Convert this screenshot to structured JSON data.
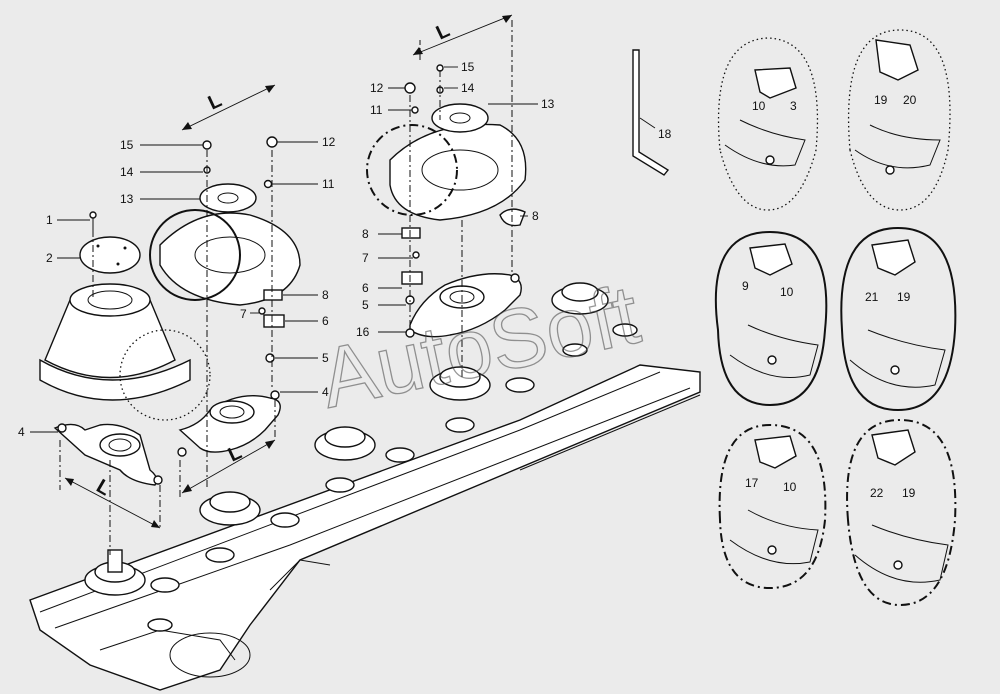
{
  "watermark": "AutoSoft",
  "dimension_label": "L",
  "callouts": {
    "c1": "1",
    "c2": "2",
    "c3": "3",
    "c4a": "4",
    "c4b": "4",
    "c5a": "5",
    "c5b": "5",
    "c6a": "6",
    "c6b": "6",
    "c7a": "7",
    "c7b": "7",
    "c8a": "8",
    "c8b": "8",
    "c8c": "8",
    "c9": "9",
    "c10a": "10",
    "c10b": "10",
    "c10c": "10",
    "c11a": "11",
    "c11b": "11",
    "c12a": "12",
    "c12b": "12",
    "c13a": "13",
    "c13b": "13",
    "c14a": "14",
    "c14b": "14",
    "c15a": "15",
    "c15b": "15",
    "c16": "16",
    "c17": "17",
    "c18": "18",
    "c19a": "19",
    "c19b": "19",
    "c19c": "19",
    "c20": "20",
    "c21": "21",
    "c22": "22"
  }
}
